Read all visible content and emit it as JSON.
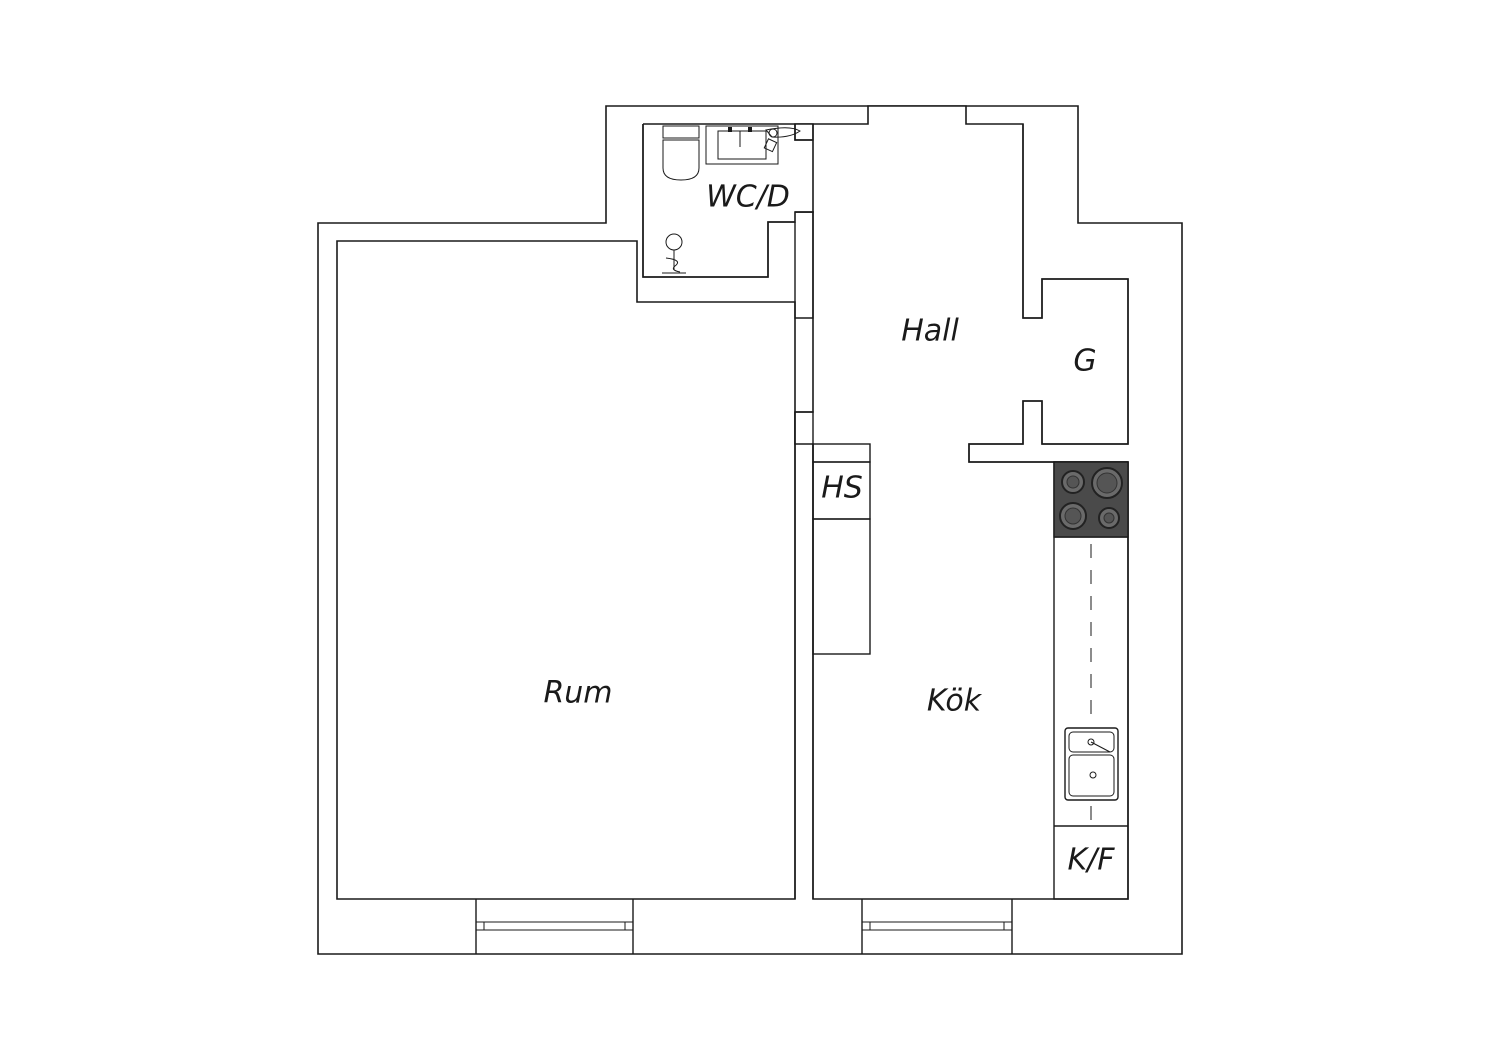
{
  "rooms": {
    "wc": "WC/D",
    "hall": "Hall",
    "storage": "G",
    "hs": "HS",
    "room": "Rum",
    "kitchen": "Kök",
    "fridge": "K/F"
  },
  "colors": {
    "line": "#1a1a1a",
    "stove": "#4a4a4a",
    "background": "#ffffff"
  }
}
